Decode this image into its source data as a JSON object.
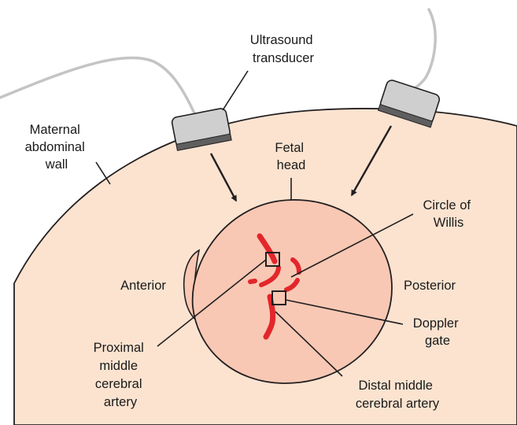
{
  "labels": {
    "ultrasound_transducer": [
      "Ultrasound",
      "transducer"
    ],
    "maternal_abdominal_wall": [
      "Maternal",
      "abdominal",
      "wall"
    ],
    "fetal_head": [
      "Fetal",
      "head"
    ],
    "circle_of_willis": [
      "Circle of",
      "Willis"
    ],
    "anterior": "Anterior",
    "posterior": "Posterior",
    "doppler_gate": [
      "Doppler",
      "gate"
    ],
    "proximal_mca": [
      "Proximal",
      "middle",
      "cerebral",
      "artery"
    ],
    "distal_mca": [
      "Distal middle",
      "cerebral artery"
    ]
  },
  "colors": {
    "abdomen_fill": "#fbe3d0",
    "head_fill": "#f8c8b4",
    "vessel": "#e3262b",
    "transducer_body": "#cfcfcf",
    "transducer_face": "#5f5f5f",
    "cable": "#c4c4c4",
    "outline": "#231f20"
  }
}
